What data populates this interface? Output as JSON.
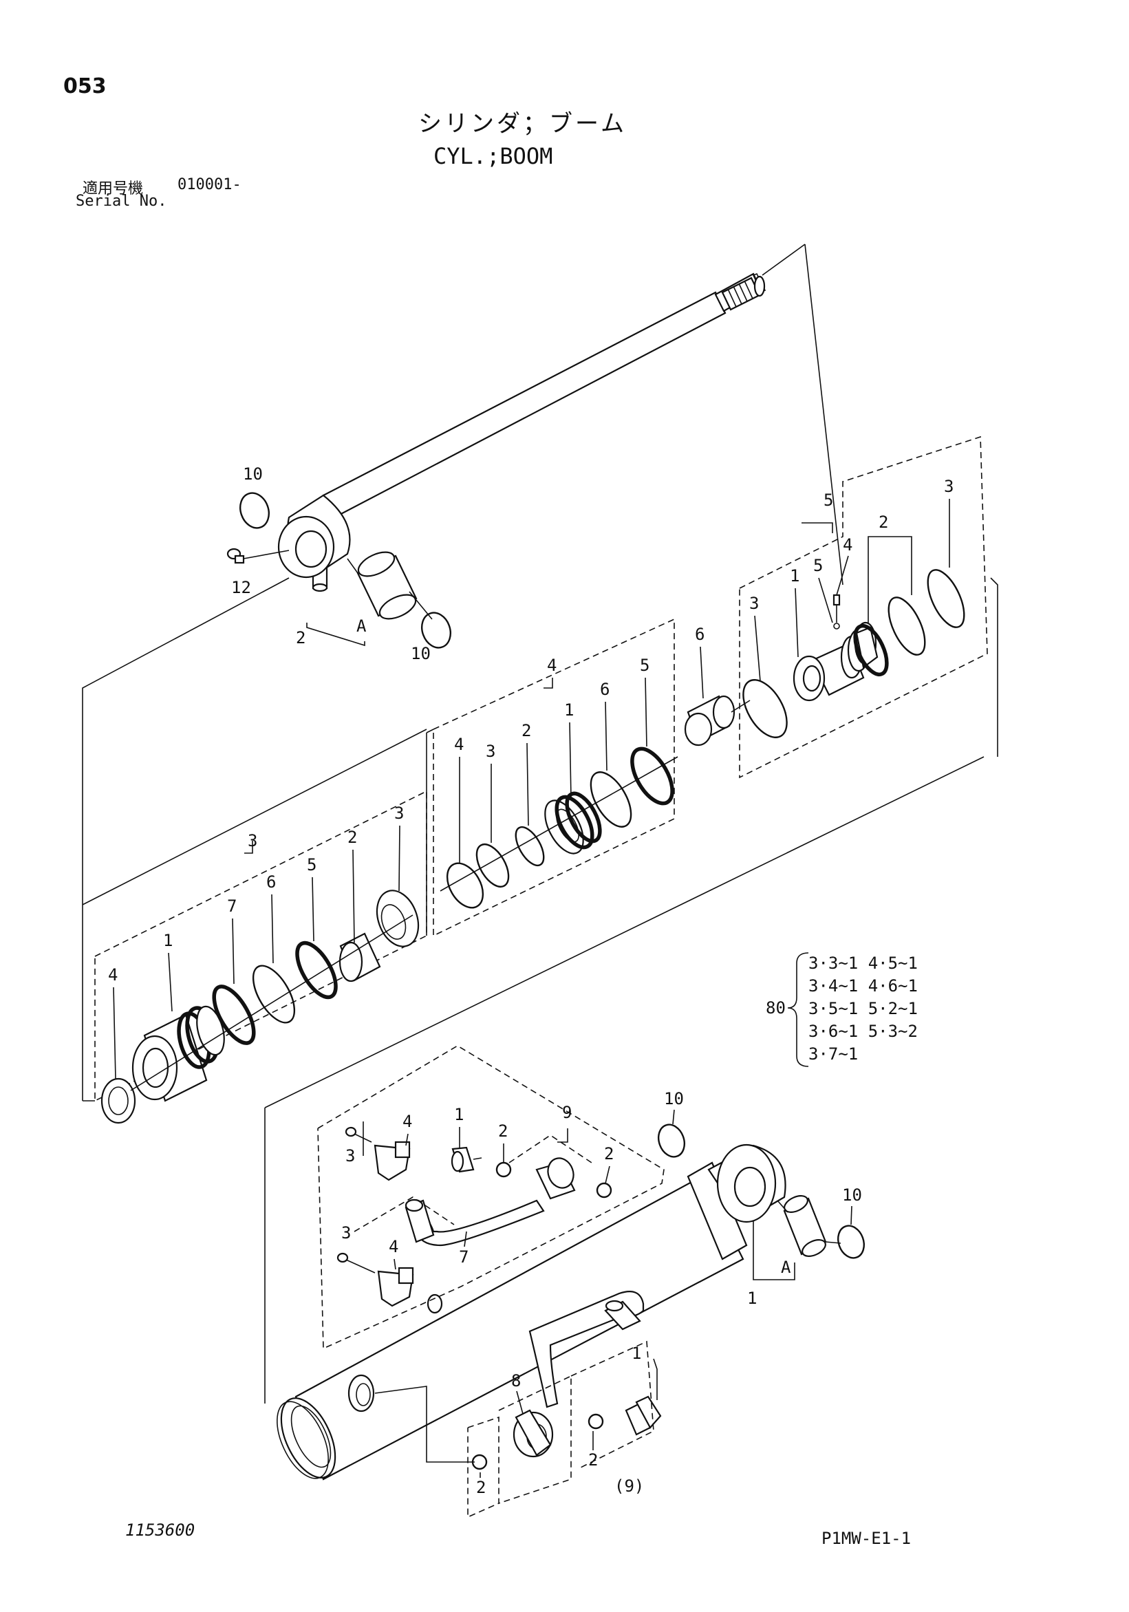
{
  "header": {
    "page_number": "053",
    "title_jp": "シリンダ；ブーム",
    "title_en": "CYL.;BOOM",
    "serial_label_jp": "適用号機",
    "serial_value": "010001-",
    "serial_label_en": "Serial No."
  },
  "footer": {
    "doc_number": "1153600",
    "doc_code": "P1MW-E1-1"
  },
  "callouts": {
    "rod": {
      "c10a": "10",
      "c12": "12",
      "c2": "2",
      "cA": "A",
      "c10b": "10"
    },
    "group5": {
      "label": "5",
      "c3a": "3",
      "c1": "1",
      "c5": "5",
      "c4": "4",
      "c2": "2",
      "c3b": "3"
    },
    "group4": {
      "label": "4",
      "c4": "4",
      "c3": "3",
      "c2": "2",
      "c1": "1",
      "c6": "6",
      "c5": "5"
    },
    "loose6": "6",
    "group3": {
      "label": "3",
      "c4": "4",
      "c1": "1",
      "c7": "7",
      "c6": "6",
      "c5": "5",
      "c2": "2",
      "c3": "3"
    },
    "tube": {
      "c10a": "10",
      "c10b": "10",
      "cA": "A",
      "c1": "1"
    },
    "group9": {
      "label": "9",
      "c3a": "3",
      "c4a": "4",
      "c1": "1",
      "c2a": "2",
      "c2b": "2",
      "c7": "7",
      "c3b": "3",
      "c4b": "4"
    },
    "bottom": {
      "c8": "8",
      "c1": "1",
      "c2a": "2",
      "c2b": "2",
      "c9": "(9)"
    }
  },
  "kit_table": {
    "number": "80",
    "rows": [
      "3·3~1  4·5~1",
      "3·4~1  4·6~1",
      "3·5~1  5·2~1",
      "3·6~1  5·3~2",
      "3·7~1"
    ]
  }
}
